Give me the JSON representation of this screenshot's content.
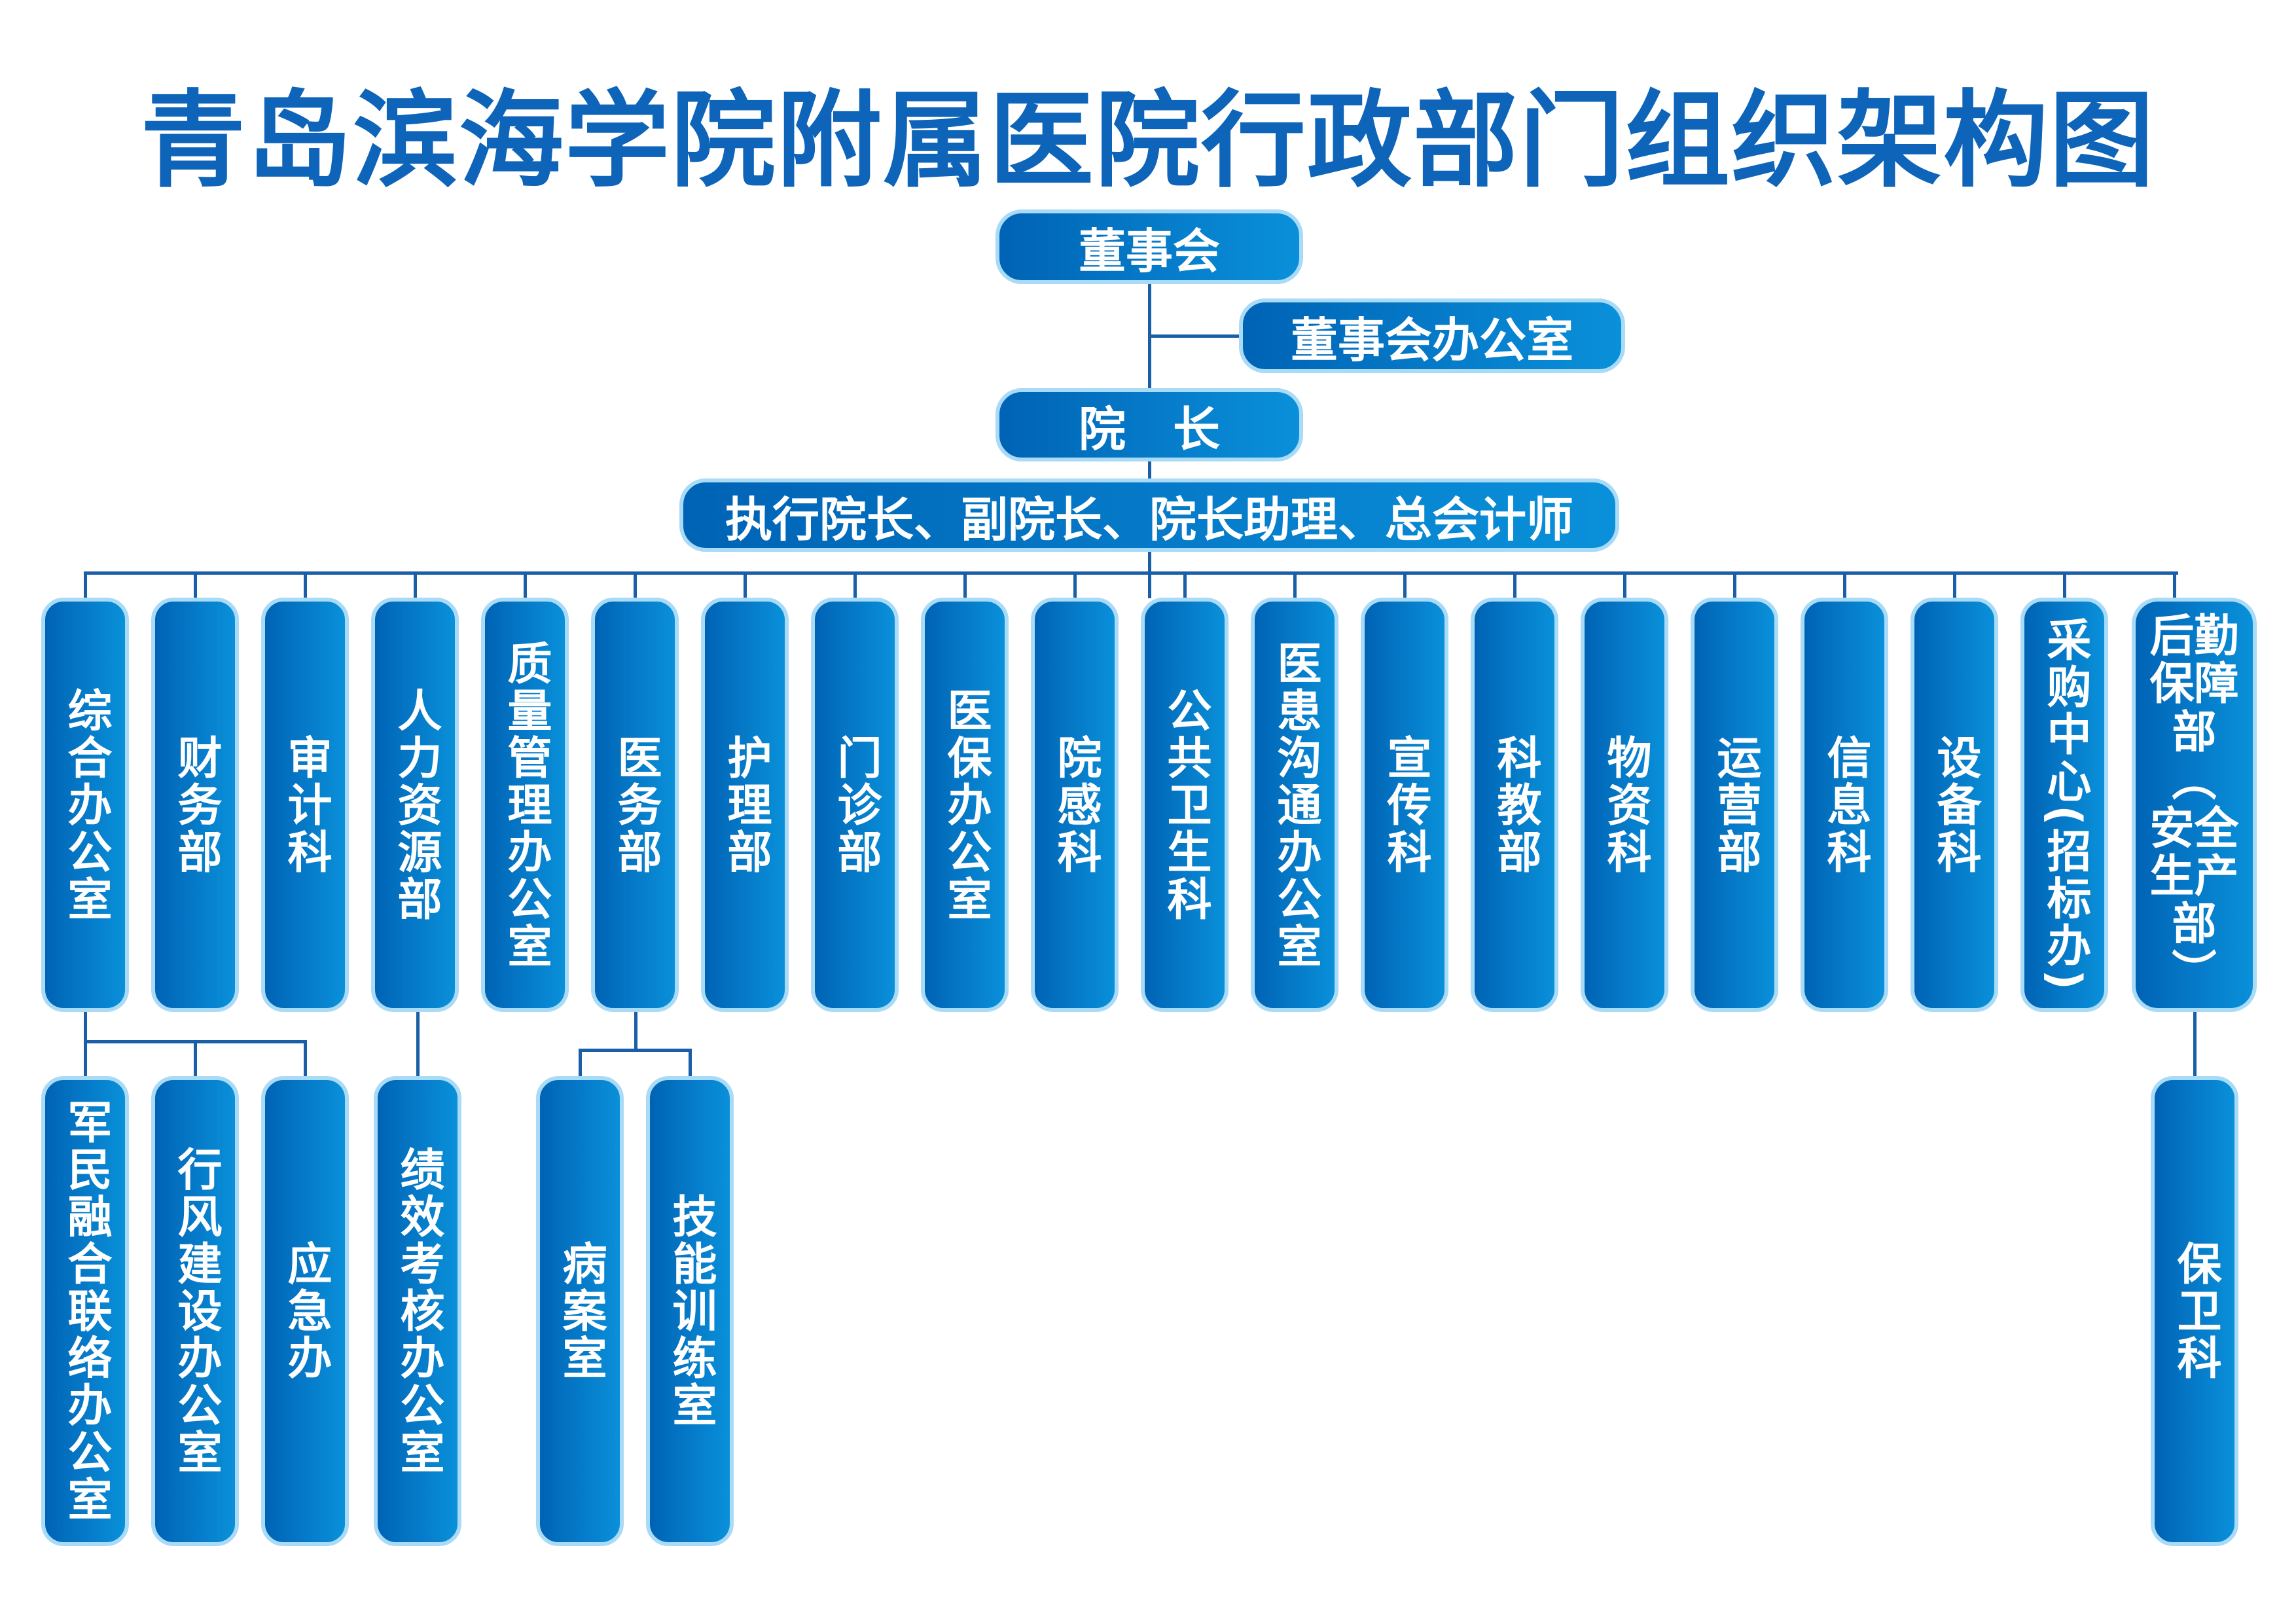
{
  "title": "青岛滨海学院附属医院行政部门组织架构图",
  "board": "董事会",
  "board_office": "董事会办公室",
  "president": "院　长",
  "vice": "执行院长、副院长、院长助理、总会计师",
  "departments": [
    "综合办公室",
    "财务部",
    "审计科",
    "人力资源部",
    "质量管理办公室",
    "医务部",
    "护理部",
    "门诊部",
    "医保办公室",
    "院感科",
    "公共卫生科",
    "医患沟通办公室",
    "宣传科",
    "科教部",
    "物资科",
    "运营部",
    "信息科",
    "设备科",
    "采购中心(招标办)",
    "后勤保障部(安全生产部)"
  ],
  "logistics_lines": [
    "后勤",
    "保障",
    "部",
    "︵",
    "安全",
    "生产",
    "部",
    "︶"
  ],
  "sub_departments": [
    {
      "parent": "综合办公室",
      "name": "军民融合联络办公室"
    },
    {
      "parent": "综合办公室",
      "name": "行风建设办公室"
    },
    {
      "parent": "综合办公室",
      "name": "应急办"
    },
    {
      "parent": "人力资源部",
      "name": "绩效考核办公室"
    },
    {
      "parent": "医务部",
      "name": "病案室"
    },
    {
      "parent": "医务部",
      "name": "技能训练室"
    },
    {
      "parent": "后勤保障部(安全生产部)",
      "name": "保卫科"
    }
  ],
  "colors": {
    "title": "#0d64b8",
    "box_start": "#0063b5",
    "box_end": "#0a90da",
    "border": "#a9dbf6",
    "line": "#1a5ea8"
  }
}
